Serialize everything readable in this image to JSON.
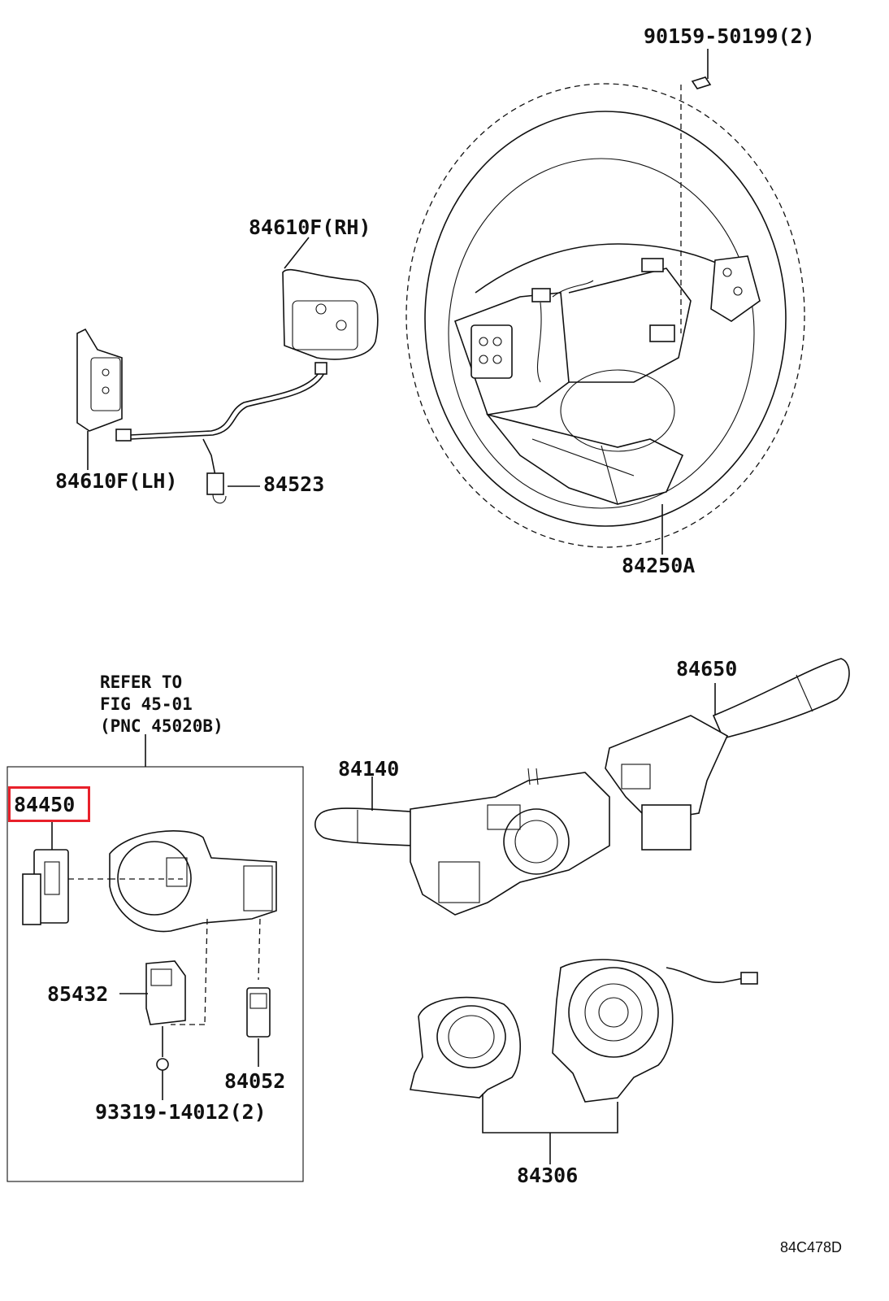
{
  "figure_code": "84C478D",
  "callouts": {
    "bolt": "90159-50199(2)",
    "switch_rh": "84610F(RH)",
    "switch_lh": "84610F(LH)",
    "wire": "84523",
    "wheel_pad": "84250A",
    "combo_lever_right": "84650",
    "combo_lever_left": "84140",
    "ignition_assembly": "84450",
    "key_cylinder": "85432",
    "unlock_switch": "84052",
    "nut": "93319-14012(2)",
    "spiral_cable": "84306"
  },
  "refer_note": {
    "line1": "REFER TO",
    "line2": "FIG 45-01",
    "line3": "(PNC 45020B)"
  },
  "highlight_color": "#e8202a"
}
